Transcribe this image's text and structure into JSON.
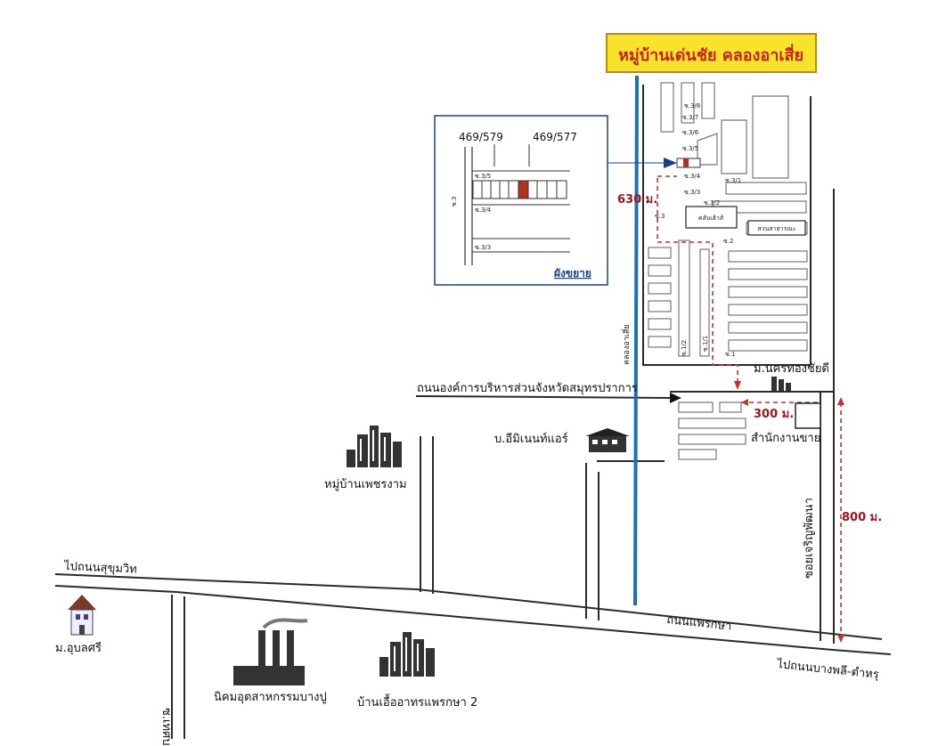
{
  "title": "หมู่บ้านเด่นชัย คลองอาเสี่ย",
  "colors": {
    "title_bg": "#f7e32a",
    "title_text": "#c62423",
    "canal": "#1f6fb8",
    "distance_text": "#a0141c",
    "route_dash": "#c4322e",
    "plot_highlight": "#b5301f"
  },
  "inset": {
    "plot_left": "469/579",
    "plot_right": "469/577",
    "soi_labels": [
      "ซ.3/5",
      "ซ.3/4",
      "ซ.3/3",
      "ซ.3"
    ],
    "caption": "ผังขยาย"
  },
  "roads": {
    "obj_road": "ถนนองค์การบริหารส่วนจังหวัดสมุทรปราการ",
    "to_sukhumvit": "ไปถนนสุขุมวิท",
    "praksa_road": "ถนนแพรกษา",
    "to_bangphli": "ไปถนนบางพลี-ตำหรุ",
    "canal": "คลองอาเสี่ย",
    "soi_right": "ซอยเจริญพัฒนา",
    "soi_left": "ซ.เทศบาล"
  },
  "distances": {
    "d630": "630 ม.",
    "d300": "300 ม.",
    "d800": "800 ม."
  },
  "places": {
    "nakhon": "ม.นครทองชัยดี",
    "sales_office": "สำนักงานขาย",
    "emiment": "บ.อีมิเนนท์แอร์",
    "petcharam": "หมู่บ้านเพชรงาม",
    "ubonsri": "ม.อุบลศรี",
    "bangpoo": "นิคมอุตสาหกรรมบางปู",
    "euaarthorn": "บ้านเอื้ออาทรแพรกษา 2",
    "park": "สวนสาธารณะ",
    "club": "คลับเฮ้าส์"
  },
  "soi_labels": [
    "ซ.3/8",
    "ซ.3/7",
    "ซ.3/6",
    "ซ.3/5",
    "ซ.3/4",
    "ซ.3/3",
    "ซ.3/2",
    "ซ.3/1",
    "ซ.3",
    "ซ.2",
    "ซ.1",
    "ซ.1/2",
    "ซ.1/1"
  ]
}
